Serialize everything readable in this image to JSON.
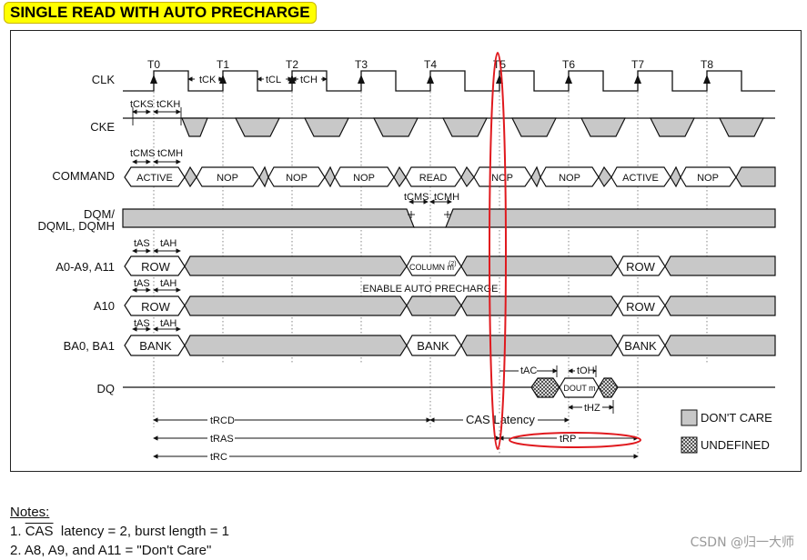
{
  "title": "SINGLE READ WITH AUTO PRECHARGE",
  "signals": [
    "CLK",
    "CKE",
    "COMMAND",
    "DQM/",
    "DQML, DQMH",
    "A0-A9, A11",
    "A10",
    "BA0, BA1",
    "DQ"
  ],
  "clock_labels": [
    "T0",
    "T1",
    "T2",
    "T3",
    "T4",
    "T5",
    "T6",
    "T7",
    "T8"
  ],
  "commands": [
    "ACTIVE",
    "NOP",
    "NOP",
    "NOP",
    "READ",
    "NOP",
    "NOP",
    "ACTIVE",
    "NOP"
  ],
  "address": {
    "row": "ROW",
    "column": "COLUMN m",
    "column_sup": "(2)",
    "enable_auto_precharge": "ENABLE AUTO PRECHARGE",
    "bank": "BANK",
    "dout": "DOUT m"
  },
  "timing": {
    "tCK": "tCK",
    "tCL": "tCL",
    "tCH": "tCH",
    "tCKS": "tCKS",
    "tCKH": "tCKH",
    "tCMS": "tCMS",
    "tCMH": "tCMH",
    "tAS": "tAS",
    "tAH": "tAH",
    "tAC": "tAC",
    "tOH": "tOH",
    "tHZ": "tHZ",
    "tRCD": "tRCD",
    "cas_latency": "CAS Latency",
    "tRAS": "tRAS",
    "tRP": "tRP",
    "tRC": "tRC"
  },
  "legend": {
    "dont_care": "DON'T CARE",
    "undefined": "UNDEFINED"
  },
  "notes": {
    "heading": "Notes:",
    "note1_prefix": "1. ",
    "note1_cas": "CAS",
    "note1_rest": "  latency = 2, burst length = 1",
    "note2": "2. A8, A9, and A11 = \"Don't Care\""
  },
  "watermark": "CSDN @归一大师",
  "colors": {
    "dont_care": "#c8c8c8",
    "highlight": "#e0191e",
    "title_bg": "#ffff00"
  }
}
